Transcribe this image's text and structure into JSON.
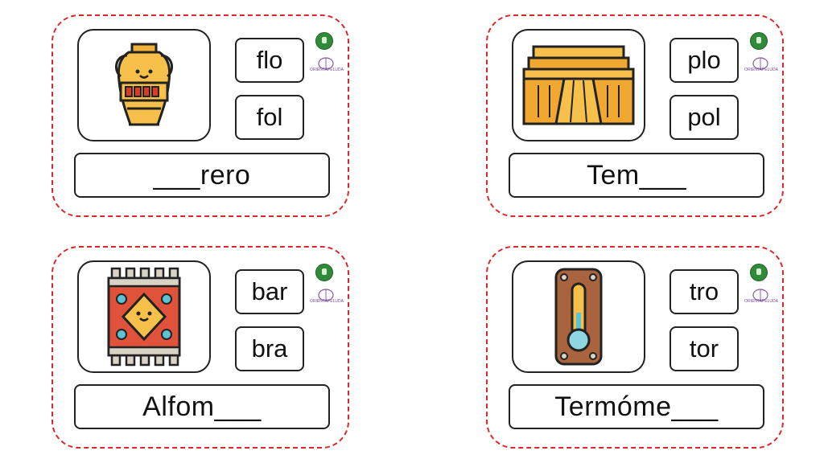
{
  "cards": [
    {
      "image": "amphora-icon",
      "options": [
        "flo",
        "fol"
      ],
      "word": "___rero"
    },
    {
      "image": "temple-icon",
      "options": [
        "plo",
        "pol"
      ],
      "word": "Tem___"
    },
    {
      "image": "rug-icon",
      "options": [
        "bar",
        "bra"
      ],
      "word": "Alfom___"
    },
    {
      "image": "thermometer-icon",
      "options": [
        "tro",
        "tor"
      ],
      "word": "Termóme___"
    }
  ],
  "logo_text": "ORIENTAPELUDA",
  "colors": {
    "border": "#d62a2a",
    "text": "#111111"
  }
}
